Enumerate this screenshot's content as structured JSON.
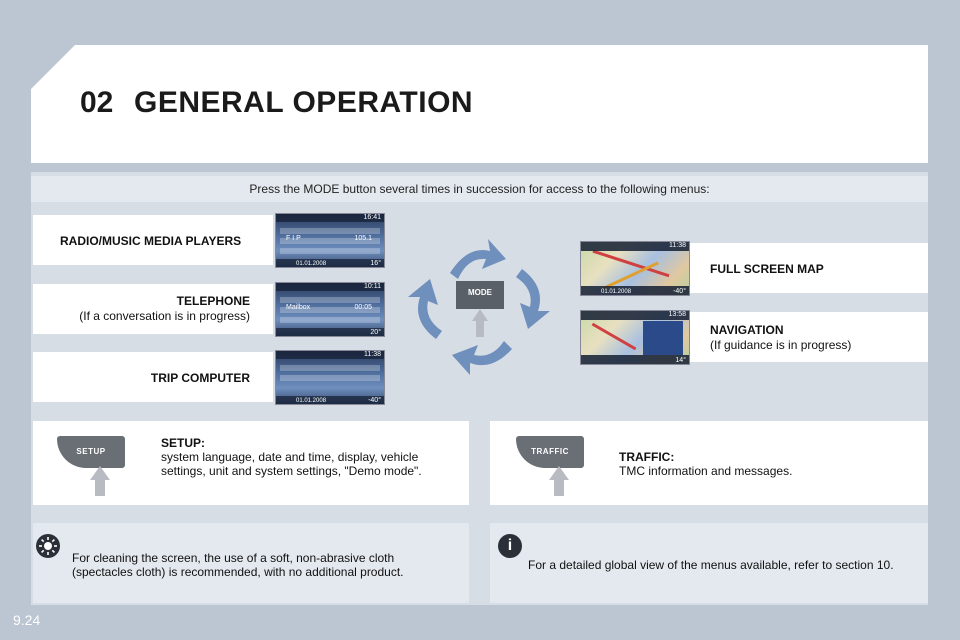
{
  "header": {
    "number": "02",
    "title": "GENERAL OPERATION"
  },
  "instruction": "Press the MODE button several times in succession for access to the following menus:",
  "menus": {
    "radio": {
      "title": "RADIO/MUSIC MEDIA PLAYERS"
    },
    "telephone": {
      "title": "TELEPHONE",
      "subtitle": "(If a conversation is in progress)"
    },
    "trip": {
      "title": "TRIP COMPUTER"
    },
    "fullmap": {
      "title": "FULL SCREEN MAP"
    },
    "navigation": {
      "title": "NAVIGATION",
      "subtitle": "(If guidance is in progress)"
    }
  },
  "mode_button": {
    "label": "MODE"
  },
  "setup": {
    "button_label": "SETUP",
    "title": "SETUP:",
    "text": "system language, date and time, display, vehicle settings, unit and system settings, \"Demo mode\"."
  },
  "traffic": {
    "button_label": "TRAFFIC",
    "title": "TRAFFIC:",
    "text": "TMC information and messages."
  },
  "tips": {
    "cleaning": "For cleaning the screen, the use of a soft, non-abrasive cloth (spectacles cloth) is recommended, with no additional product.",
    "info": "For a detailed global view of the menus available, refer to section 10.",
    "info_icon": "i"
  },
  "screens": {
    "radio": {
      "time": "16:41",
      "station": "F I P",
      "freq": "105.1",
      "date": "01.01.2008",
      "temp": "16°"
    },
    "telephone": {
      "time": "10:11",
      "name": "Mailbox",
      "duration": "00:05",
      "temp": "20°"
    },
    "trip": {
      "time": "11:38",
      "date": "01.01.2008",
      "temp": "-40°"
    },
    "fullmap": {
      "time": "11:38",
      "date": "01.01.2008",
      "temp": "-40°"
    },
    "navigation": {
      "time": "13:58",
      "temp": "14°"
    }
  },
  "page_number": "9.24",
  "colors": {
    "background": "#bcc6d2",
    "panel": "#d6dde5",
    "header": "#ffffff"
  }
}
